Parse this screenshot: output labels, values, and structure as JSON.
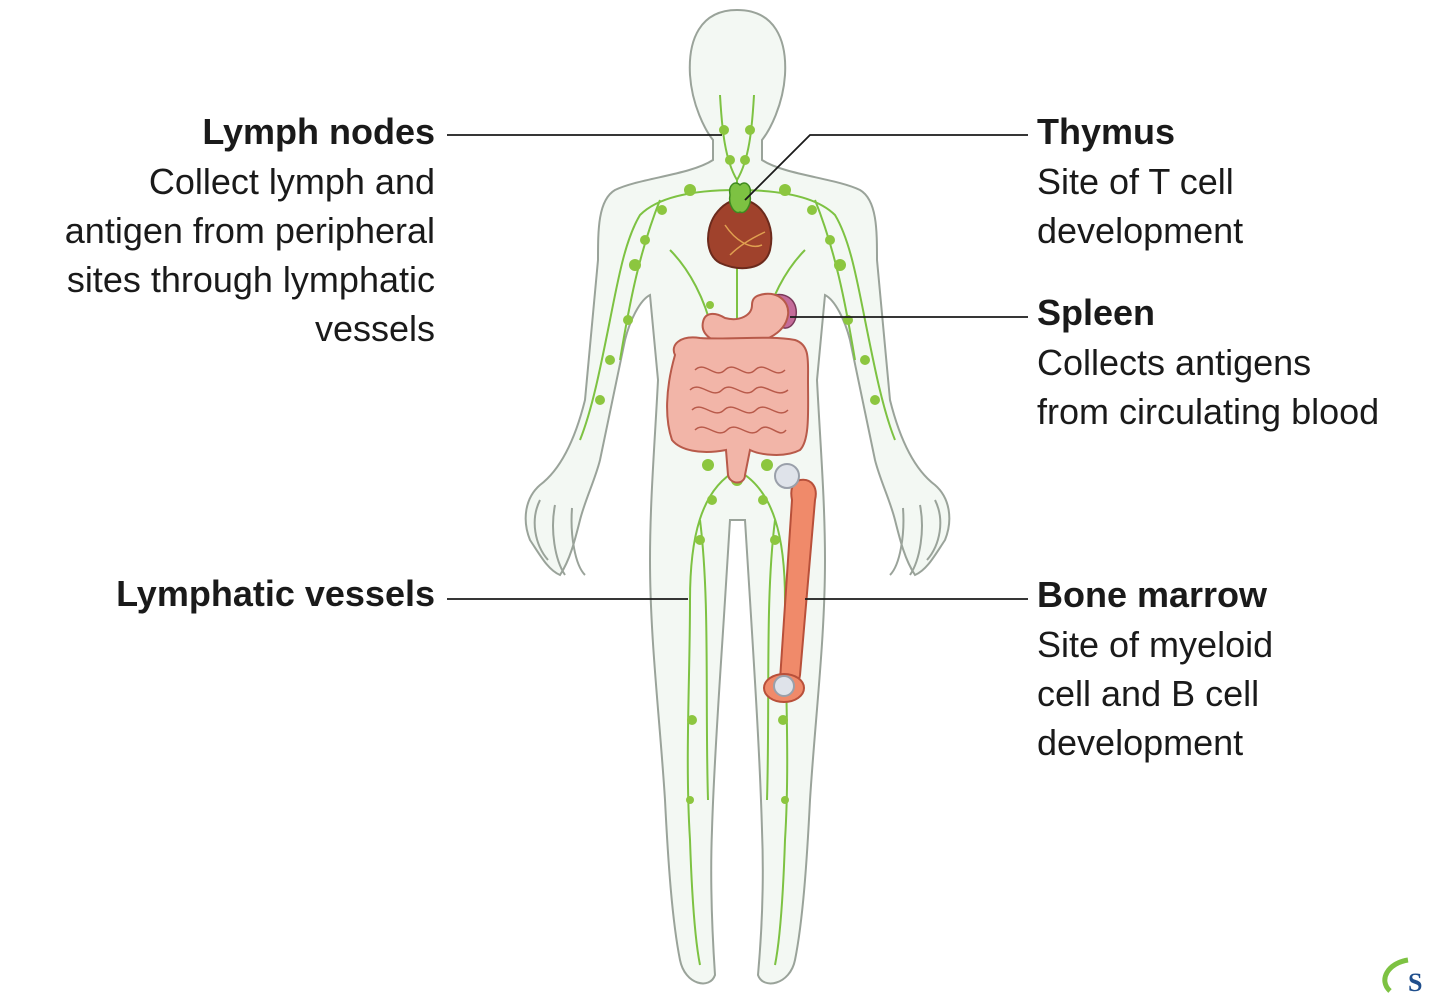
{
  "labels": {
    "lymph_nodes": {
      "title": "Lymph nodes",
      "desc": [
        "Collect lymph and",
        "antigen from peripheral",
        "sites through lymphatic",
        "vessels"
      ]
    },
    "thymus": {
      "title": "Thymus",
      "desc": [
        "Site of T cell",
        "development"
      ]
    },
    "spleen": {
      "title": "Spleen",
      "desc": [
        "Collects antigens",
        "from circulating blood"
      ]
    },
    "lymphatic_vessels": {
      "title": "Lymphatic vessels"
    },
    "bone_marrow": {
      "title": "Bone marrow",
      "desc": [
        "Site of myeloid",
        "cell and B cell",
        "development"
      ]
    }
  },
  "logo_text": "S",
  "colors": {
    "body_fill": "#f3f8f3",
    "body_outline": "#9aa39a",
    "lymph_green": "#7dc242",
    "node_green": "#8cc63f",
    "organ_pink": "#f2b5a8",
    "organ_outline": "#b85a4a",
    "heart": "#a0422c",
    "bone": "#f08a6a",
    "leader_line": "#1a1a1a",
    "logo_blue": "#1f4e8c"
  }
}
